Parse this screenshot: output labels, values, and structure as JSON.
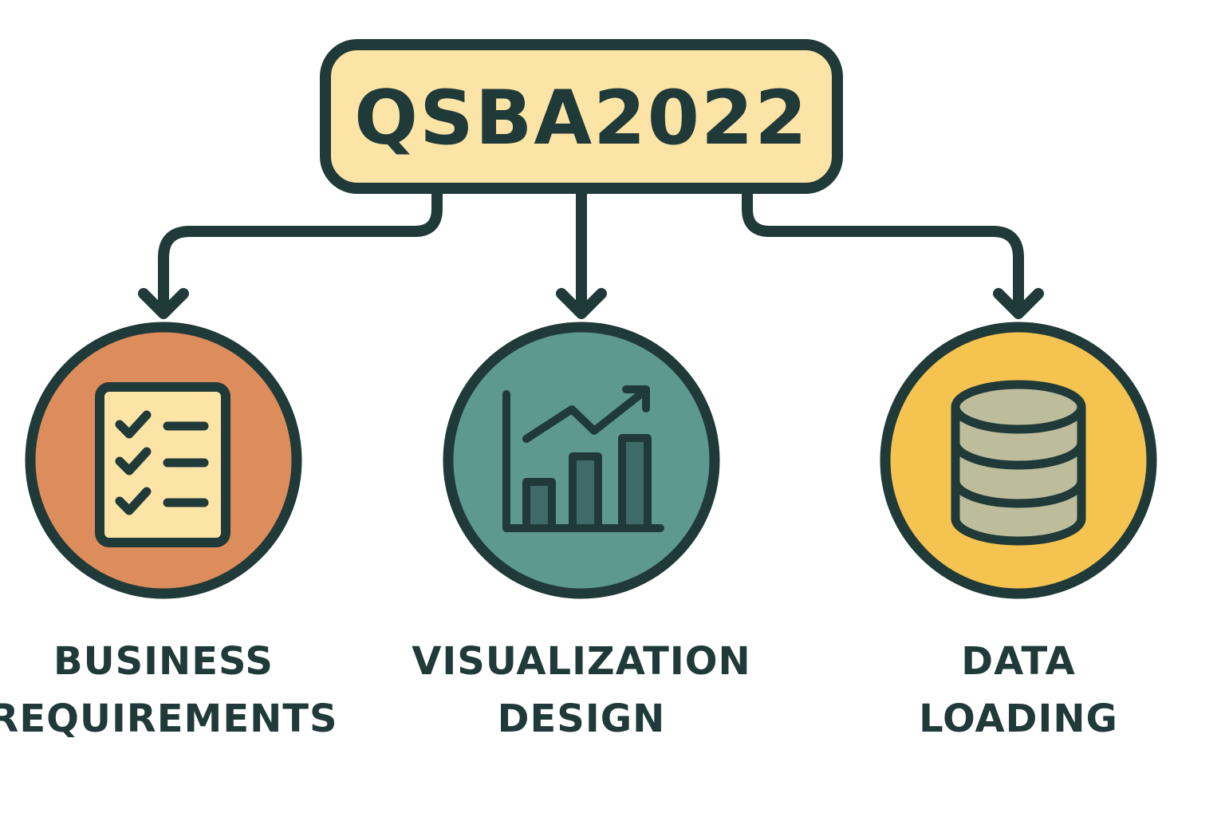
{
  "root": {
    "label": "QSBA2022"
  },
  "nodes": [
    {
      "id": "business-requirements",
      "line1": "BUSINESS",
      "line2": "REQUIREMENTS",
      "icon": "checklist-icon",
      "color": "#dd8c5c"
    },
    {
      "id": "visualization-design",
      "line1": "VISUALIZATION",
      "line2": "DESIGN",
      "icon": "bar-chart-trend-icon",
      "color": "#5e9990"
    },
    {
      "id": "data-loading",
      "line1": "DATA",
      "line2": "LOADING",
      "icon": "database-icon",
      "color": "#f5c350"
    }
  ],
  "colors": {
    "stroke": "#1f3a38",
    "root_fill": "#fce4a6",
    "text": "#1f3a38",
    "checklist_paper": "#fce4a6",
    "chart_bar": "#3e6b68",
    "database_fill": "#bdbd9c"
  }
}
